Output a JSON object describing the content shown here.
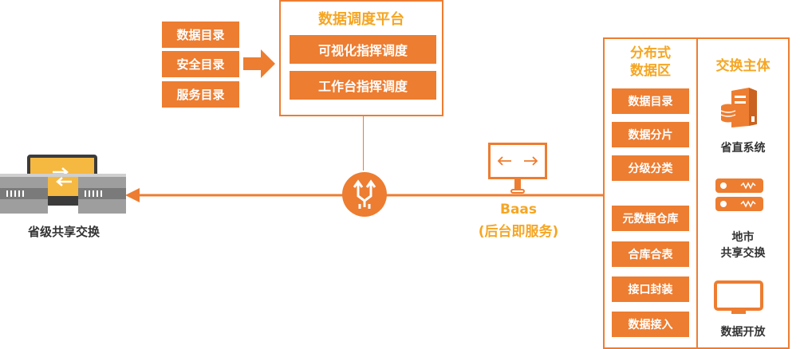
{
  "left_catalog": [
    "数据目录",
    "安全目录",
    "服务目录"
  ],
  "platform": {
    "title": "数据调度平台",
    "items": [
      "可视化指挥调度",
      "工作台指挥调度"
    ]
  },
  "provincial_label": "省级共享交换",
  "baas": {
    "line1": "Baas",
    "line2": "(后台即服务)"
  },
  "distributed": {
    "title": "分布式\n数据区",
    "items": [
      "数据目录",
      "数据分片",
      "分级分类",
      "元数据仓库",
      "合库合表",
      "接口封装",
      "数据接入"
    ]
  },
  "subject": {
    "title": "交换主体",
    "items": [
      "省直系统",
      "地市\n共享交换",
      "数据开放"
    ]
  },
  "colors": {
    "accent": "#ED7D31",
    "title_yellow": "#F5A623",
    "gray": "#9E9E9E"
  }
}
